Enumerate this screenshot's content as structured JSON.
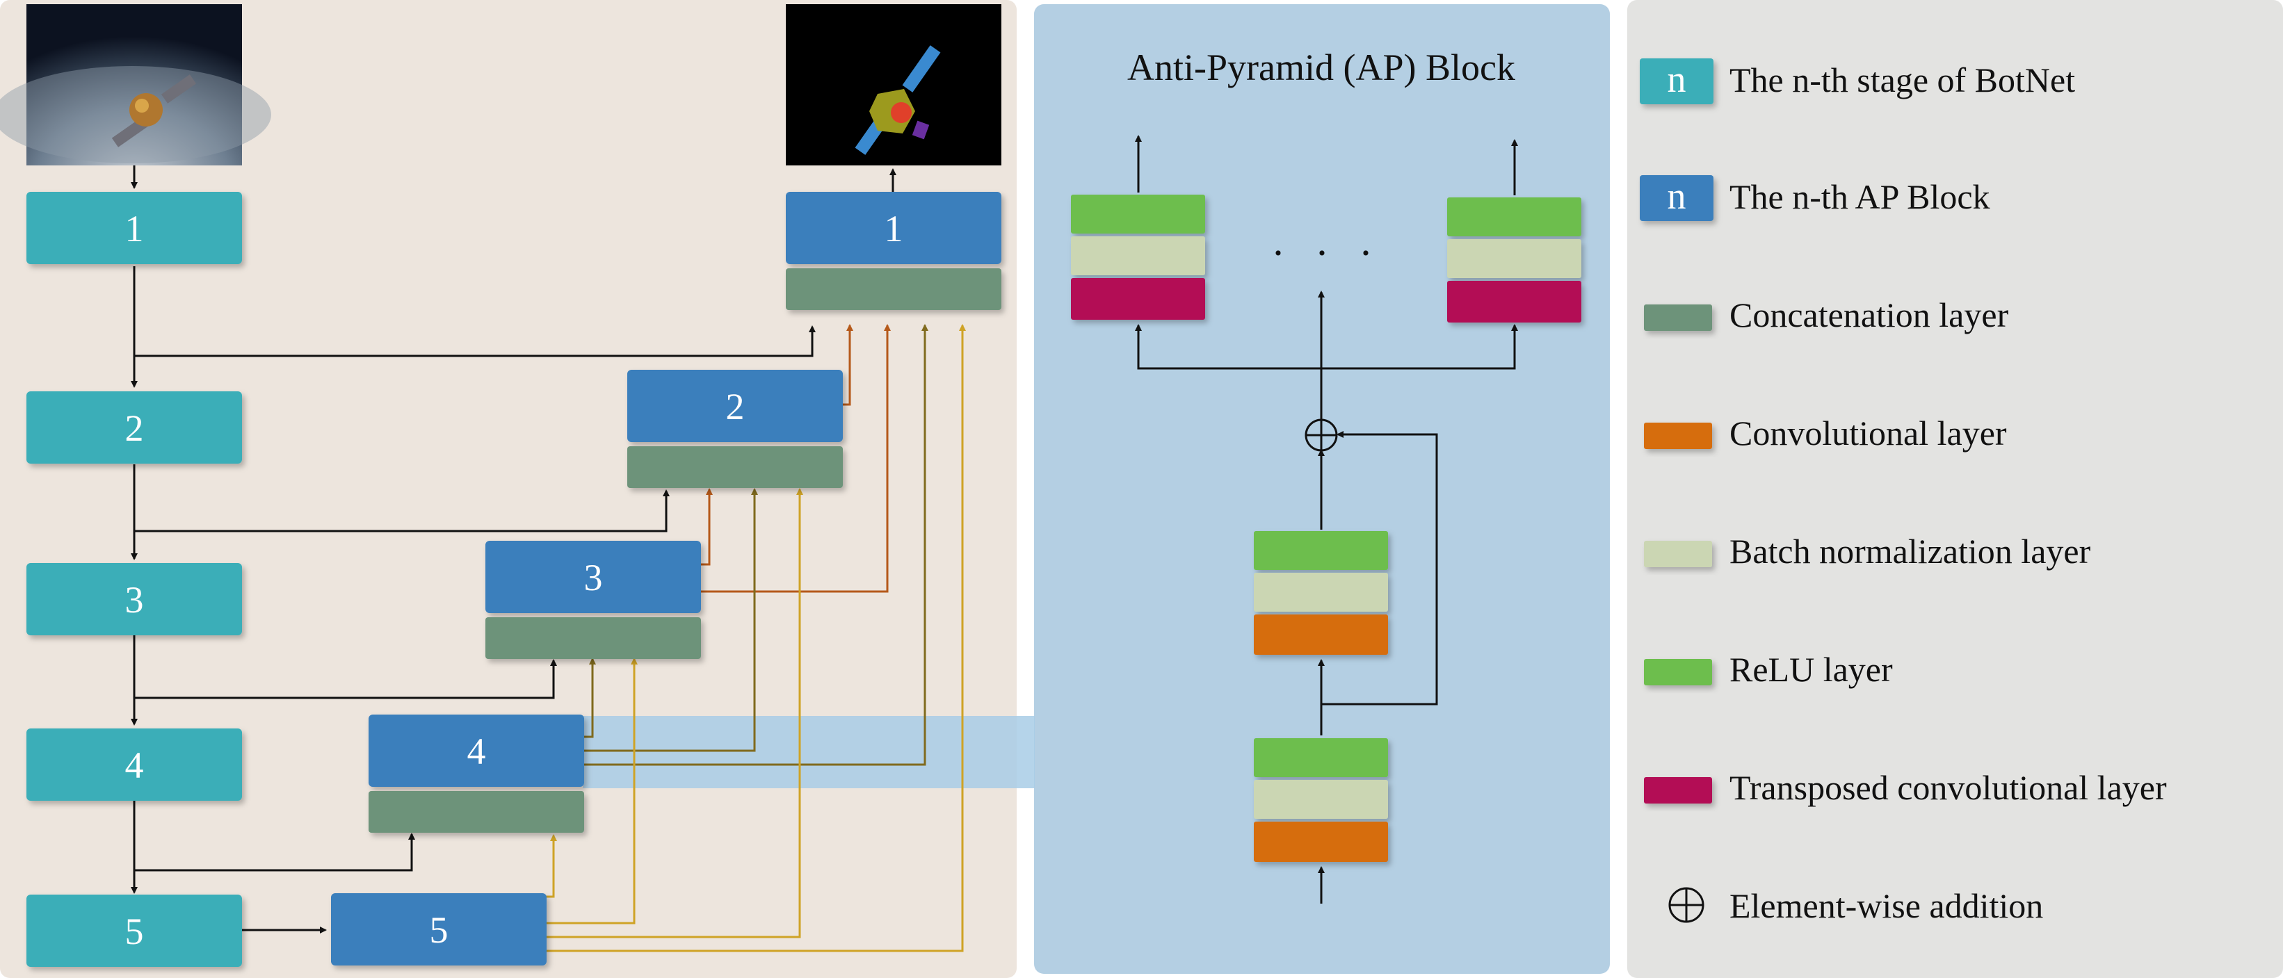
{
  "panel_ap": {
    "title": "Anti-Pyramid (AP) Block",
    "dots": "· · ·",
    "plus": "⊕"
  },
  "stages": [
    "1",
    "2",
    "3",
    "4",
    "5"
  ],
  "ap_blocks": [
    "1",
    "2",
    "3",
    "4",
    "5"
  ],
  "legend": {
    "items": [
      {
        "swatch_label": "n",
        "color": "#3aaeb8",
        "text": "The n-th stage of BotNet"
      },
      {
        "swatch_label": "n",
        "color": "#3b7fbc",
        "text": "The n-th AP Block"
      },
      {
        "swatch_label": "",
        "color": "#6d937a",
        "text": "Concatenation layer"
      },
      {
        "swatch_label": "",
        "color": "#d66d10",
        "text": "Convolutional layer"
      },
      {
        "swatch_label": "",
        "color": "#cbd6b3",
        "text": "Batch normalization layer"
      },
      {
        "swatch_label": "",
        "color": "#6dbe4e",
        "text": "ReLU layer"
      },
      {
        "swatch_label": "",
        "color": "#b30b55",
        "text": "Transposed convolutional layer"
      },
      {
        "swatch_label": "⊕",
        "color": "",
        "text": "Element-wise addition"
      }
    ]
  },
  "colors": {
    "stage": "#3aaeb8",
    "ap": "#3b7fbc",
    "concat": "#6d937a",
    "conv": "#d66d10",
    "bn": "#cbd6b3",
    "relu": "#6dbe4e",
    "tconv": "#b30b55",
    "arrow_dark_orange": "#b5591a",
    "arrow_olive": "#806a1d",
    "arrow_gold": "#cfa326"
  }
}
